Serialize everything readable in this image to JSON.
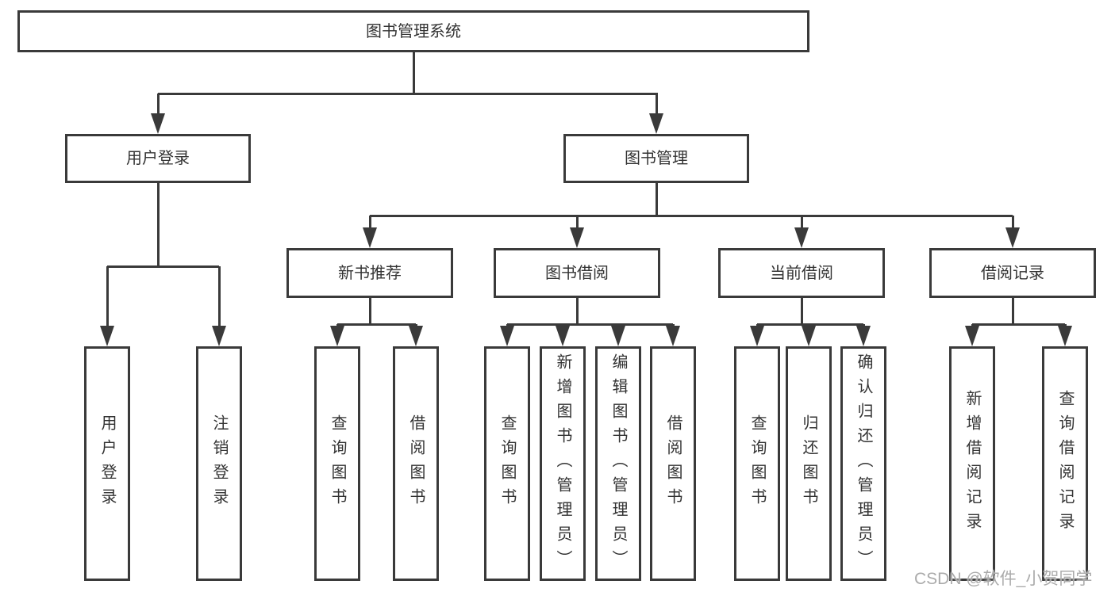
{
  "colors": {
    "line": "#3a3a3a",
    "text": "#333333",
    "background": "#ffffff",
    "watermark": "#ababab"
  },
  "tree": {
    "root": {
      "label": "图书管理系统"
    },
    "branches": [
      {
        "label": "用户登录",
        "children": [
          {
            "label": "用户登录"
          },
          {
            "label": "注销登录"
          }
        ]
      },
      {
        "label": "图书管理",
        "sections": [
          {
            "label": "新书推荐",
            "children": [
              {
                "label": "查询图书"
              },
              {
                "label": "借阅图书"
              }
            ]
          },
          {
            "label": "图书借阅",
            "children": [
              {
                "label": "查询图书"
              },
              {
                "label": "新增图书（管理员）"
              },
              {
                "label": "编辑图书（管理员）"
              },
              {
                "label": "借阅图书"
              }
            ]
          },
          {
            "label": "当前借阅",
            "children": [
              {
                "label": "查询图书"
              },
              {
                "label": "归还图书"
              },
              {
                "label": "确认归还（管理员）"
              }
            ]
          },
          {
            "label": "借阅记录",
            "children": [
              {
                "label": "新增借阅记录"
              },
              {
                "label": "查询借阅记录"
              }
            ]
          }
        ]
      }
    ]
  },
  "watermark": {
    "text": "CSDN @软件_小贺同学"
  }
}
